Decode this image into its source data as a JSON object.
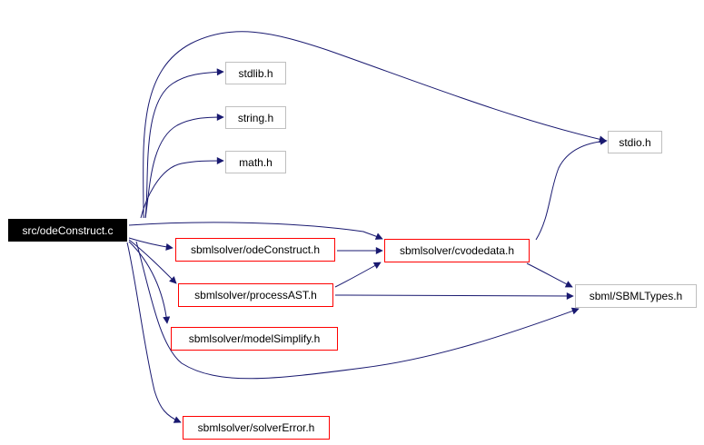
{
  "graph": {
    "root": {
      "label": "src/odeConstruct.c"
    },
    "nodes": {
      "stdlib": {
        "label": "stdlib.h"
      },
      "string": {
        "label": "string.h"
      },
      "math": {
        "label": "math.h"
      },
      "stdio": {
        "label": "stdio.h"
      },
      "odeConstruct_h": {
        "label": "sbmlsolver/odeConstruct.h"
      },
      "cvodedata_h": {
        "label": "sbmlsolver/cvodedata.h"
      },
      "processAST_h": {
        "label": "sbmlsolver/processAST.h"
      },
      "sbmlTypes_h": {
        "label": "sbml/SBMLTypes.h"
      },
      "modelSimplify_h": {
        "label": "sbmlsolver/modelSimplify.h"
      },
      "solverError_h": {
        "label": "sbmlsolver/solverError.h"
      }
    },
    "colors": {
      "edge": "#191970",
      "linked_border": "#ff0000",
      "plain_border": "#bfbfbf",
      "root_fill": "#000000",
      "root_text": "#ffffff"
    }
  }
}
